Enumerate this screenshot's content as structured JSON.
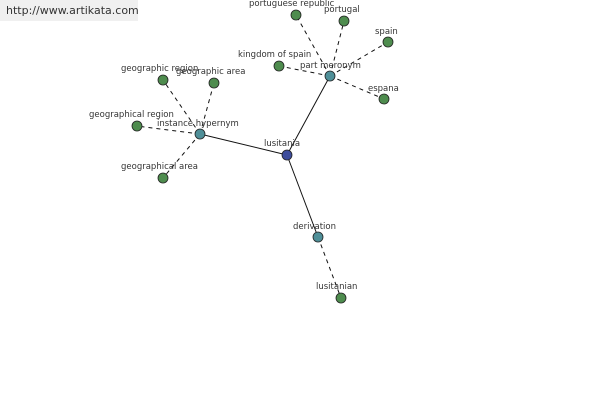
{
  "banner": {
    "url_text": "http://www.artikata.com"
  },
  "colors": {
    "leaf": "#4e8c4e",
    "relation": "#4f8f98",
    "center": "#3e4d9c",
    "banner_bg": "#f0f0f0"
  },
  "graph": {
    "center": {
      "id": "lusitania",
      "label": "lusitania"
    },
    "relations": [
      {
        "id": "part-meronym",
        "label": "part meronym",
        "children": [
          {
            "id": "portuguese-republic",
            "label": "portuguese republic"
          },
          {
            "id": "portugal",
            "label": "portugal"
          },
          {
            "id": "spain",
            "label": "spain"
          },
          {
            "id": "kingdom-of-spain",
            "label": "kingdom of spain"
          },
          {
            "id": "espana",
            "label": "espana"
          }
        ]
      },
      {
        "id": "instance-hypernym",
        "label": "instance hypernym",
        "children": [
          {
            "id": "geographic-region",
            "label": "geographic region"
          },
          {
            "id": "geographic-area",
            "label": "geographic area"
          },
          {
            "id": "geographical-region",
            "label": "geographical region"
          },
          {
            "id": "geographical-area",
            "label": "geographical area"
          }
        ]
      },
      {
        "id": "derivation",
        "label": "derivation",
        "children": [
          {
            "id": "lusitanian",
            "label": "lusitanian"
          }
        ]
      }
    ]
  }
}
